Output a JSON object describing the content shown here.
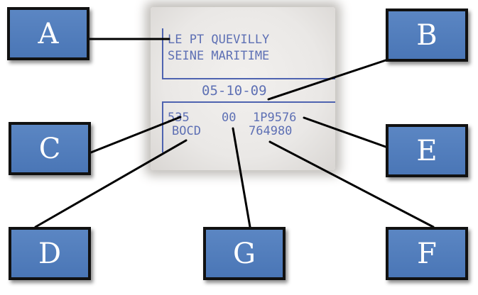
{
  "labels": {
    "a": "A",
    "b": "B",
    "c": "C",
    "d": "D",
    "e": "E",
    "f": "F",
    "g": "G"
  },
  "stamp": {
    "line1": "LE PT QUEVILLY",
    "line2": "SEINE MARITIME",
    "date": "05-10-09",
    "code_c": "535",
    "code_g": "00",
    "code_e": "1P9576",
    "code_d": "BOCD",
    "code_f": "764980"
  },
  "colors": {
    "box_fill": "#4a76b6",
    "box_border": "#111111",
    "stamp_ink": "#4a5fad",
    "stamp_paper": "#eae8e6"
  }
}
